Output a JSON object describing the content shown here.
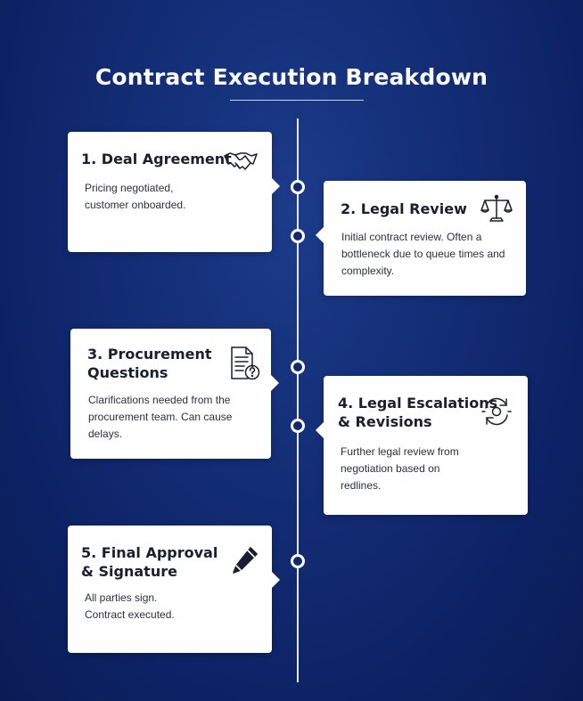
{
  "title": "Contract Execution Breakdown",
  "steps": [
    {
      "heading": [
        "1. Deal Agreement"
      ],
      "body": [
        "Pricing negotiated,",
        "customer onboarded."
      ],
      "icon": "handshake-icon"
    },
    {
      "heading": [
        "2. Legal Review"
      ],
      "body": [
        "Initial contract review. Often a",
        "bottleneck due to queue times and",
        "complexity."
      ],
      "icon": "scales-icon"
    },
    {
      "heading": [
        "3. Procurement",
        "Questions"
      ],
      "body": [
        "Clarifications needed from the",
        "procurement team. Can cause",
        "delays."
      ],
      "icon": "document-question-icon"
    },
    {
      "heading": [
        "4. Legal Escalations",
        "& Revisions"
      ],
      "body": [
        "Further legal review from",
        "negotiation based on",
        "redlines."
      ],
      "icon": "cycle-arrows-icon"
    },
    {
      "heading": [
        "5. Final Approval",
        "& Signature"
      ],
      "body": [
        "All parties sign.",
        "Contract executed."
      ],
      "icon": "pen-icon"
    }
  ],
  "colors": {
    "background": "#142f78",
    "card": "#ffffff",
    "text": "#1a1f30",
    "line": "#e8ecf5"
  }
}
